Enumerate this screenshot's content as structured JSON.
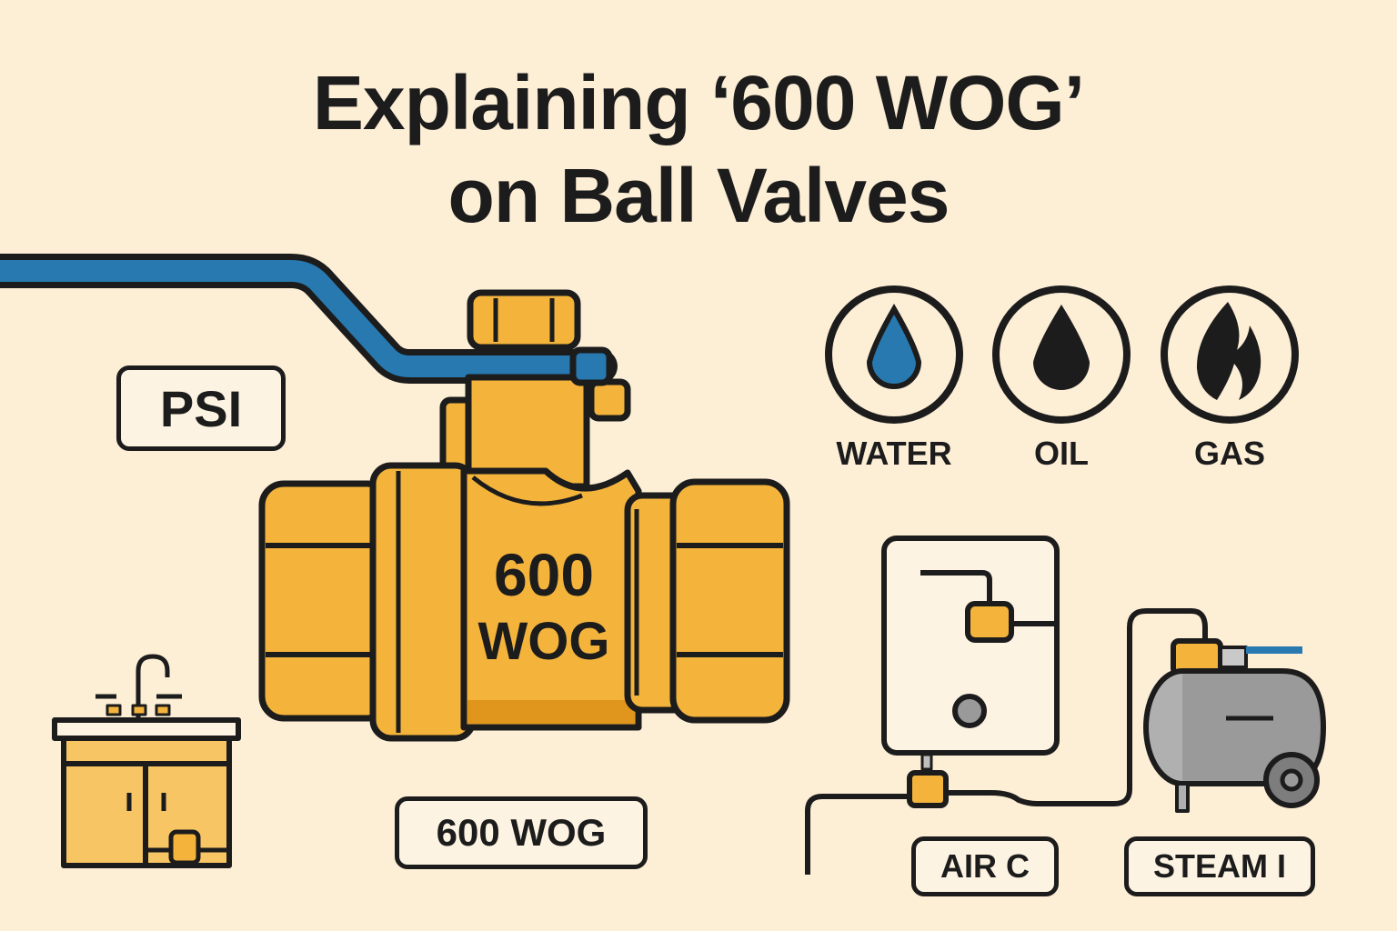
{
  "title": {
    "line1": "Explaining ‘600 WOG’",
    "line2": "on Ball Valves"
  },
  "labels": {
    "psi": "PSI",
    "valve_marking_line1": "600",
    "valve_marking_line2": "WOG",
    "rating_badge": "600 WOG",
    "air": "AIR C",
    "steam": "STEAM I"
  },
  "fluids": [
    {
      "label": "WATER",
      "icon": "water-drop-icon",
      "color": "#2779b0"
    },
    {
      "label": "OIL",
      "icon": "oil-drop-icon",
      "color": "#1c1c1c"
    },
    {
      "label": "GAS",
      "icon": "flame-icon",
      "color": "#1c1c1c"
    }
  ],
  "colors": {
    "background": "#fdeed6",
    "brass": "#f4b43c",
    "brass_dark": "#e0951d",
    "handle_blue": "#2779b0",
    "outline": "#1c1c1c",
    "steel": "#9a9a9a"
  }
}
